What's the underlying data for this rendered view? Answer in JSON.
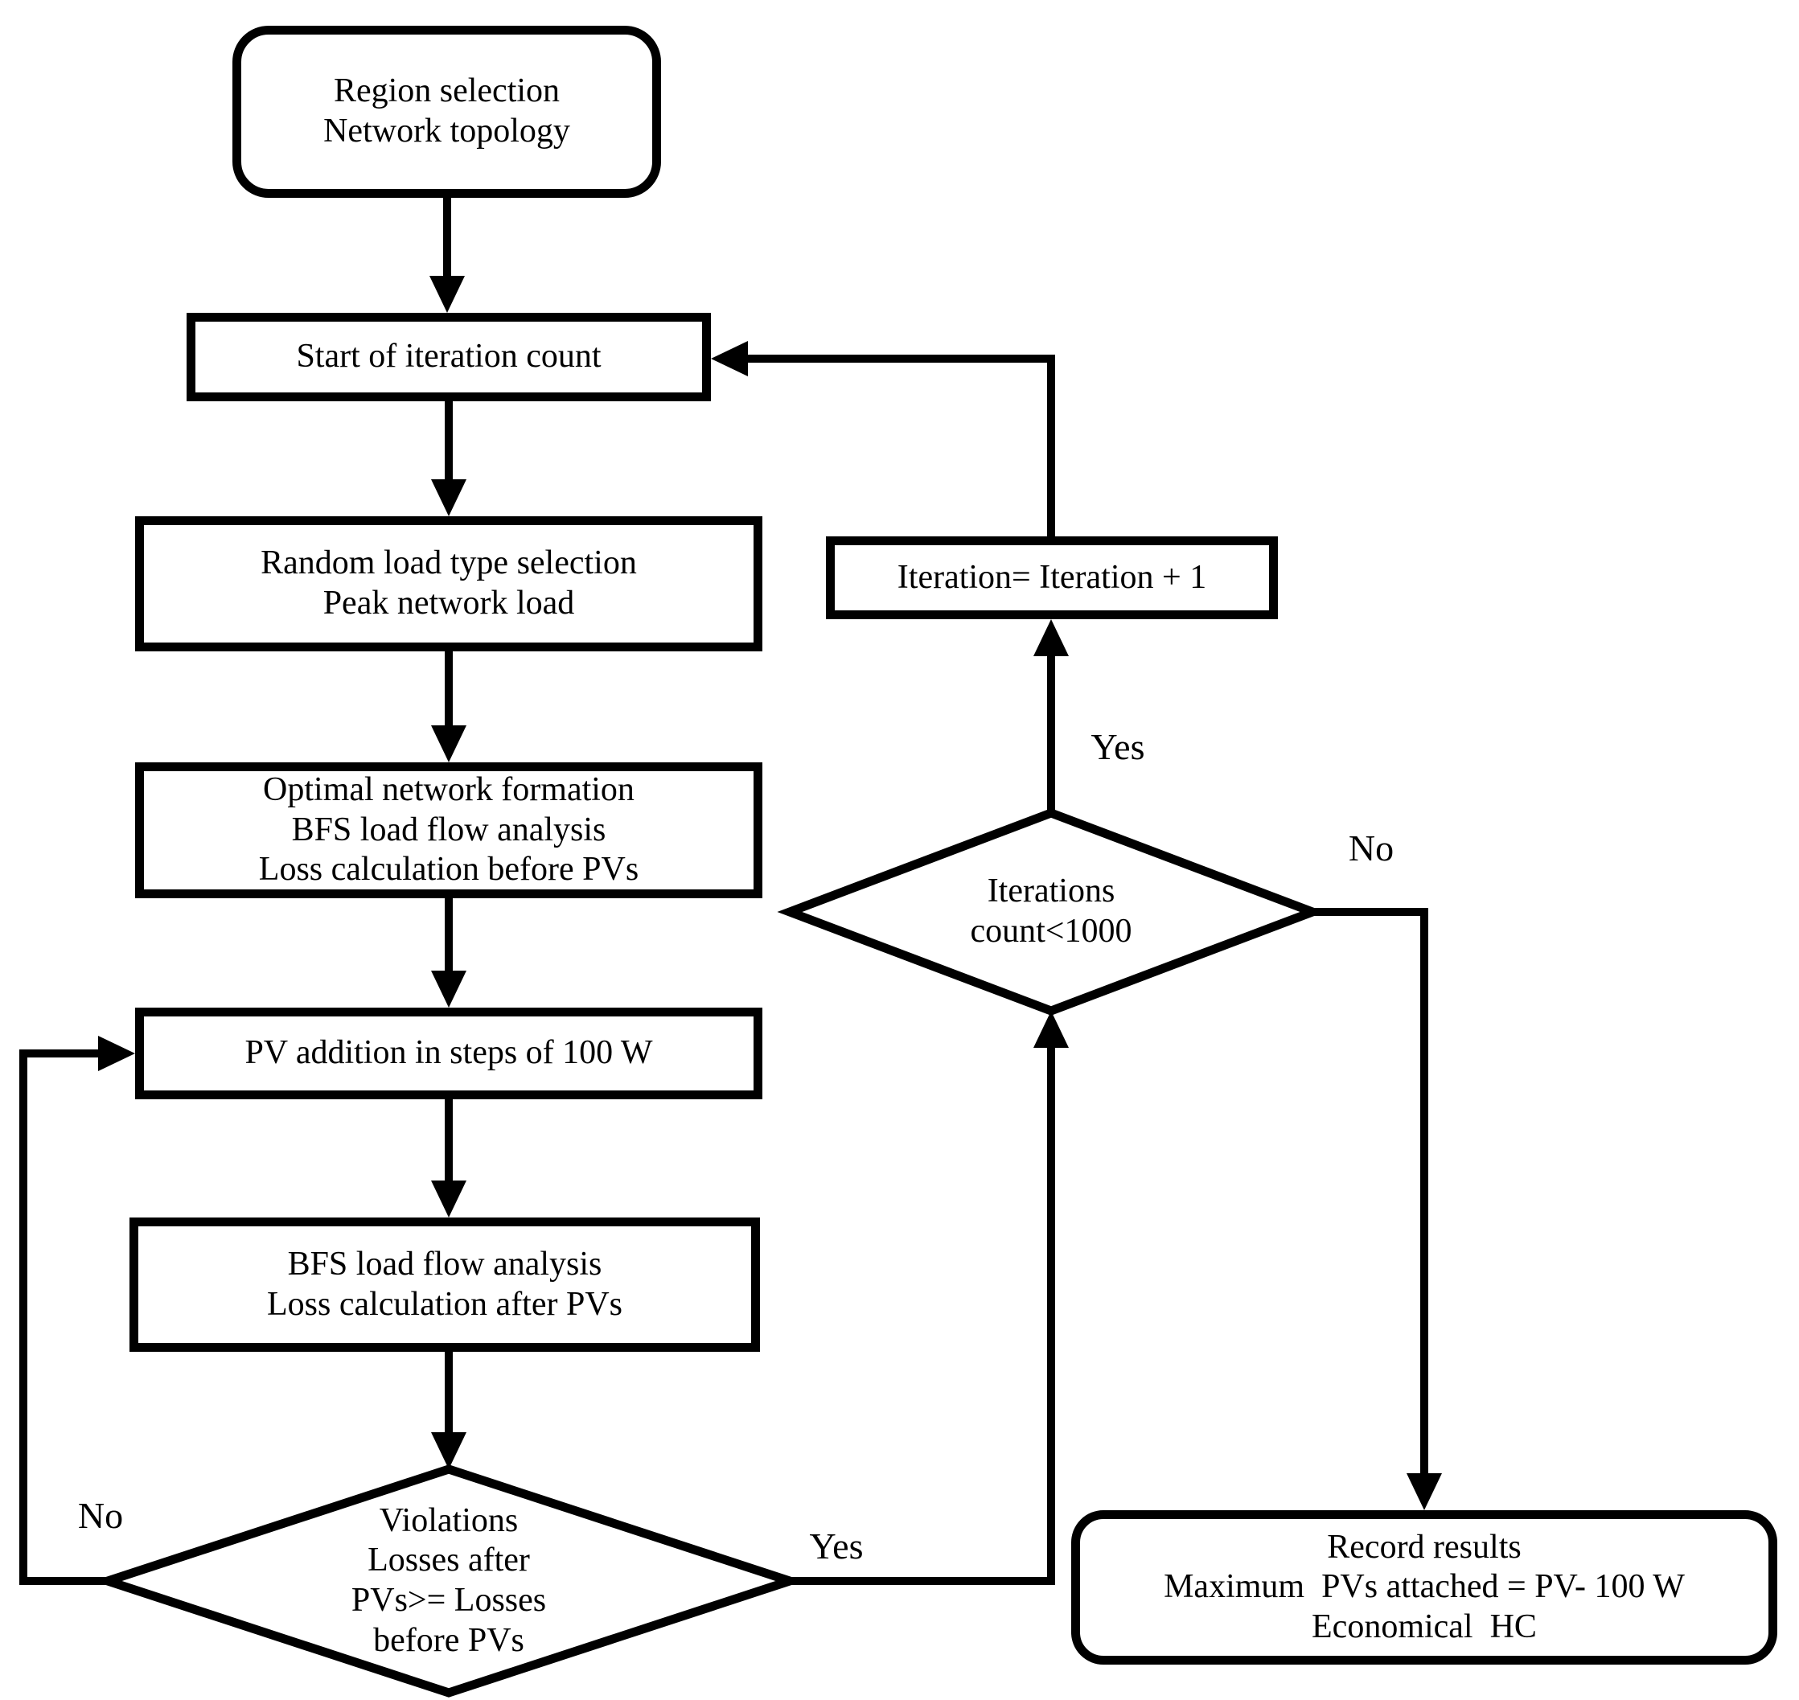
{
  "diagram": {
    "background_color": "#ffffff",
    "line_color": "#000000",
    "nodes": {
      "region_selection": {
        "shape": "rounded-rect",
        "label": "Region selection\nNetwork topology"
      },
      "start_iteration": {
        "shape": "rect",
        "label": "Start of iteration count"
      },
      "random_load": {
        "shape": "rect",
        "label": "Random load type selection\nPeak network load"
      },
      "optimal_network": {
        "shape": "rect",
        "label": "Optimal network formation\nBFS load flow analysis\nLoss calculation before PVs"
      },
      "pv_addition": {
        "shape": "rect",
        "label": "PV addition in steps of 100 W"
      },
      "bfs_after": {
        "shape": "rect",
        "label": "BFS load flow analysis\nLoss calculation after PVs"
      },
      "violations_decision": {
        "shape": "diamond",
        "label": "Violations\nLosses after\nPVs>= Losses\nbefore PVs"
      },
      "iterations_decision": {
        "shape": "diamond",
        "label": "Iterations\ncount<1000"
      },
      "increment_iteration": {
        "shape": "rect",
        "label": "Iteration= Iteration + 1"
      },
      "record_results": {
        "shape": "rounded-rect",
        "label": "Record results\nMaximum  PVs attached = PV- 100 W\nEconomical  HC"
      }
    },
    "edge_labels": {
      "violations_no": "No",
      "violations_yes": "Yes",
      "iterations_yes": "Yes",
      "iterations_no": "No"
    }
  }
}
